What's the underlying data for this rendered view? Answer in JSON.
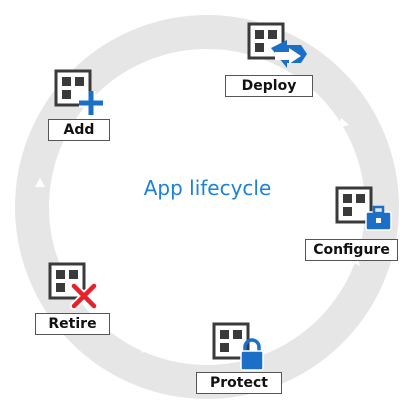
{
  "title": "App lifecycle",
  "colors": {
    "ring": "#e6e6e6",
    "arrow": "#ffffff",
    "title": "#1b82d8",
    "accent_blue": "#1b6fc7",
    "retire_red": "#e8202a",
    "icon_dark": "#3a3a3a"
  },
  "stages": [
    {
      "key": "deploy",
      "label": "Deploy",
      "icon": "app-deploy-icon"
    },
    {
      "key": "configure",
      "label": "Configure",
      "icon": "app-configure-icon"
    },
    {
      "key": "protect",
      "label": "Protect",
      "icon": "app-protect-icon"
    },
    {
      "key": "retire",
      "label": "Retire",
      "icon": "app-retire-icon"
    },
    {
      "key": "add",
      "label": "Add",
      "icon": "app-add-icon"
    }
  ]
}
